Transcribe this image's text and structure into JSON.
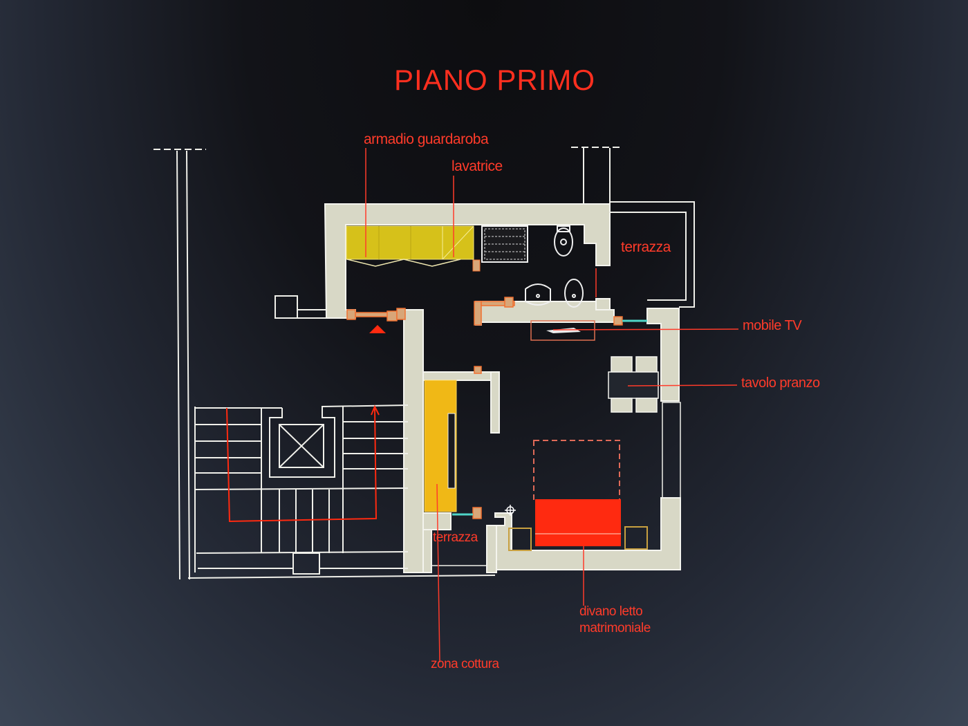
{
  "plan": {
    "title": "PIANO  PRIMO",
    "colors": {
      "annotation": "#ff3b2a",
      "wall_fill": "#d8d8c8",
      "wardrobe_fill": "#d6c11a",
      "kitchen_fill": "#f0b816",
      "sofa_fill": "#ff2a10",
      "line": "#f4f4f0",
      "window": "#4fd6c8"
    },
    "labels": {
      "armadio": "armadio guardaroba",
      "lavatrice": "lavatrice",
      "terrazza_top": "terrazza",
      "mobile_tv": "mobile TV",
      "tavolo": "tavolo pranzo",
      "terrazza_bottom": "terrazza",
      "divano_1": "divano letto",
      "divano_2": "matrimoniale",
      "zona_cottura": "zona cottura"
    }
  }
}
